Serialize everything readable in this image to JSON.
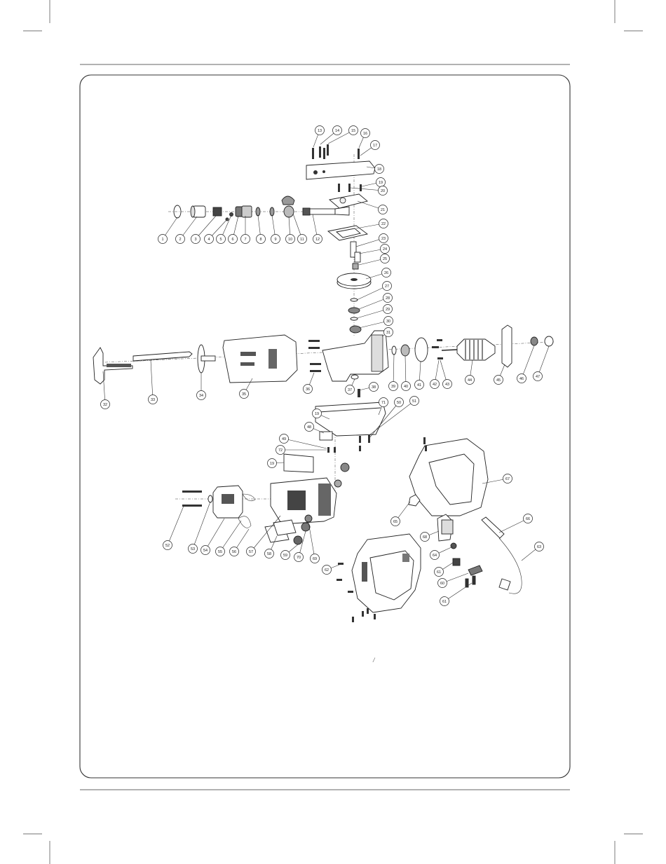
{
  "stray_mark": "/",
  "parts": [
    {
      "id": "1"
    },
    {
      "id": "2"
    },
    {
      "id": "3"
    },
    {
      "id": "4"
    },
    {
      "id": "5"
    },
    {
      "id": "6"
    },
    {
      "id": "7"
    },
    {
      "id": "8"
    },
    {
      "id": "9"
    },
    {
      "id": "10"
    },
    {
      "id": "11"
    },
    {
      "id": "12"
    },
    {
      "id": "13"
    },
    {
      "id": "14"
    },
    {
      "id": "15"
    },
    {
      "id": "16"
    },
    {
      "id": "17"
    },
    {
      "id": "18"
    },
    {
      "id": "19"
    },
    {
      "id": "20"
    },
    {
      "id": "21"
    },
    {
      "id": "22"
    },
    {
      "id": "23"
    },
    {
      "id": "24"
    },
    {
      "id": "25"
    },
    {
      "id": "26"
    },
    {
      "id": "27"
    },
    {
      "id": "28"
    },
    {
      "id": "29"
    },
    {
      "id": "30"
    },
    {
      "id": "31"
    },
    {
      "id": "32"
    },
    {
      "id": "33"
    },
    {
      "id": "34"
    },
    {
      "id": "35"
    },
    {
      "id": "36"
    },
    {
      "id": "37"
    },
    {
      "id": "38"
    },
    {
      "id": "39"
    },
    {
      "id": "40"
    },
    {
      "id": "41"
    },
    {
      "id": "42"
    },
    {
      "id": "43"
    },
    {
      "id": "44"
    },
    {
      "id": "45"
    },
    {
      "id": "46"
    },
    {
      "id": "47"
    },
    {
      "id": "19"
    },
    {
      "id": "48"
    },
    {
      "id": "49"
    },
    {
      "id": "72"
    },
    {
      "id": "19"
    },
    {
      "id": "71"
    },
    {
      "id": "50"
    },
    {
      "id": "51"
    },
    {
      "id": "52"
    },
    {
      "id": "53"
    },
    {
      "id": "54"
    },
    {
      "id": "55"
    },
    {
      "id": "56"
    },
    {
      "id": "57"
    },
    {
      "id": "58"
    },
    {
      "id": "59"
    },
    {
      "id": "70"
    },
    {
      "id": "69"
    },
    {
      "id": "67"
    },
    {
      "id": "66"
    },
    {
      "id": "65"
    },
    {
      "id": "68"
    },
    {
      "id": "64"
    },
    {
      "id": "63"
    },
    {
      "id": "61"
    },
    {
      "id": "60"
    },
    {
      "id": "61"
    },
    {
      "id": "62"
    }
  ]
}
